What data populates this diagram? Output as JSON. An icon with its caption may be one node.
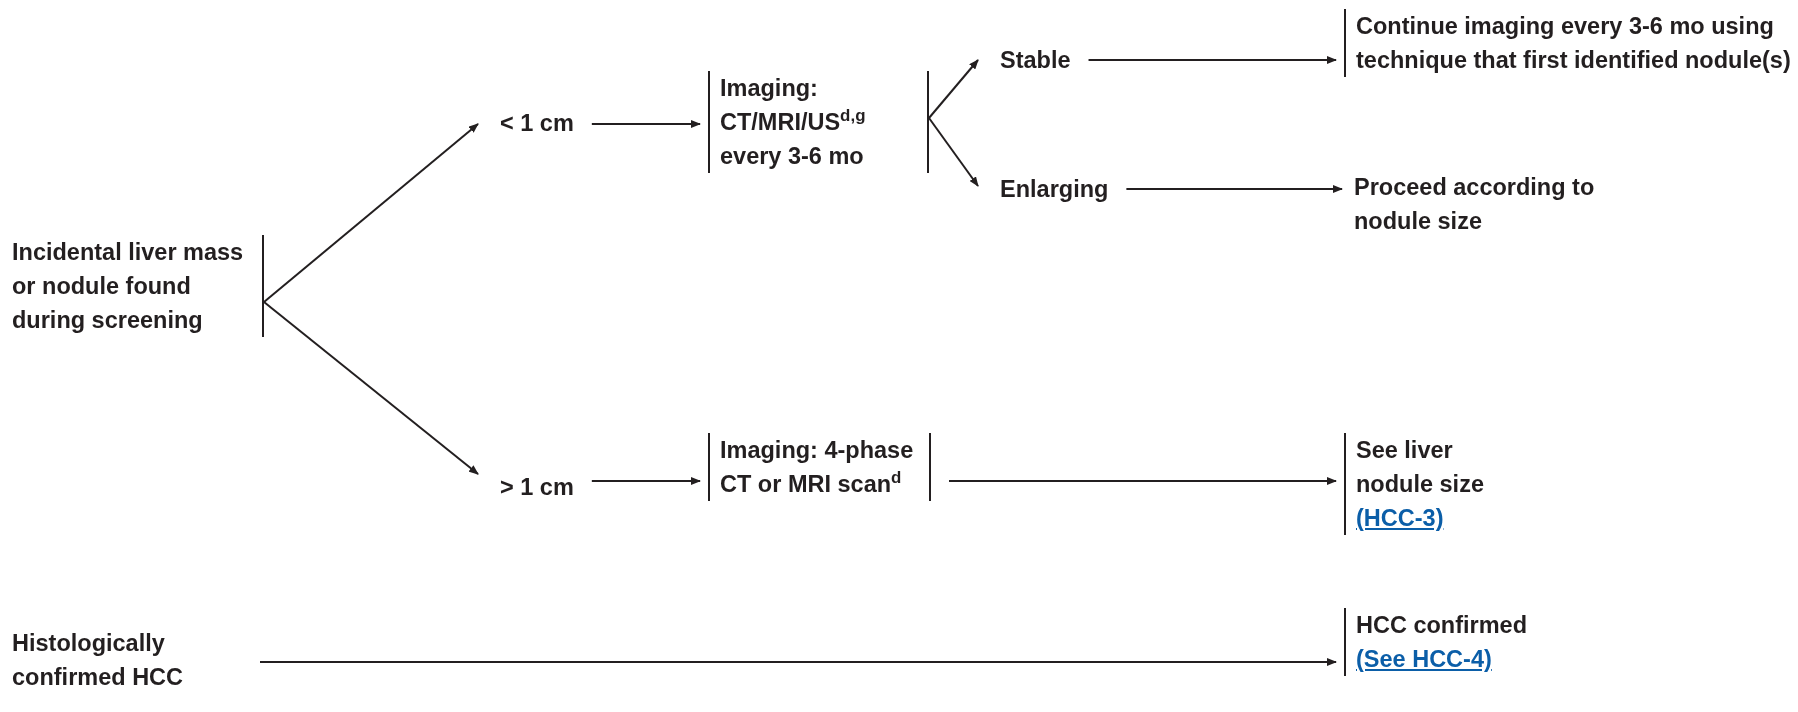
{
  "diagram": {
    "nodes": [
      {
        "text": [
          "Incidental liver mass or nodule found during screening"
        ]
      },
      {
        "text": [
          "< 1 cm"
        ]
      },
      {
        "text": [
          "Imaging: CT/MRI/US$^{d,g}$ every 3-6 mo"
        ]
      },
      {
        "text": [
          "Stable"
        ]
      },
      {
        "text": [
          "Enlarging"
        ]
      },
      {
        "text": [
          "Continue imaging every 3-6 mo using technique that first identified nodule(s)"
        ]
      },
      {
        "text": [
          "Proceed according to nodule size"
        ]
      },
      {
        "text": [
          "> 1 cm"
        ]
      },
      {
        "text": [
          "Imaging: 4-phase CT or MRI scan$^{d}$"
        ]
      },
      {
        "text": [
          "See liver nodule size",
          "(HCC-3)"
        ]
      },
      {
        "text": [
          "HCC confirmed",
          "(See HCC-4)"
        ]
      },
      {
        "text": [
          "Histologically confirmed HCC"
        ]
      }
    ],
    "edges": [
      {
        "from": 0,
        "to": 1,
        "arrow": "to"
      },
      {
        "from": 0,
        "to": 7,
        "arrow": "to"
      },
      {
        "from": 1,
        "to": 2,
        "arrow": "to"
      },
      {
        "from": 2,
        "to": 3,
        "arrow": "to"
      },
      {
        "from": 2,
        "to": 4,
        "arrow": "to"
      },
      {
        "from": 3,
        "to": 5,
        "arrow": "to"
      },
      {
        "from": 4,
        "to": 6,
        "arrow": "to"
      },
      {
        "from": 7,
        "to": 8,
        "arrow": "to"
      },
      {
        "from": 8,
        "to": 9,
        "arrow": "to"
      },
      {
        "from": 11,
        "to": 10,
        "arrow": "to"
      }
    ]
  }
}
